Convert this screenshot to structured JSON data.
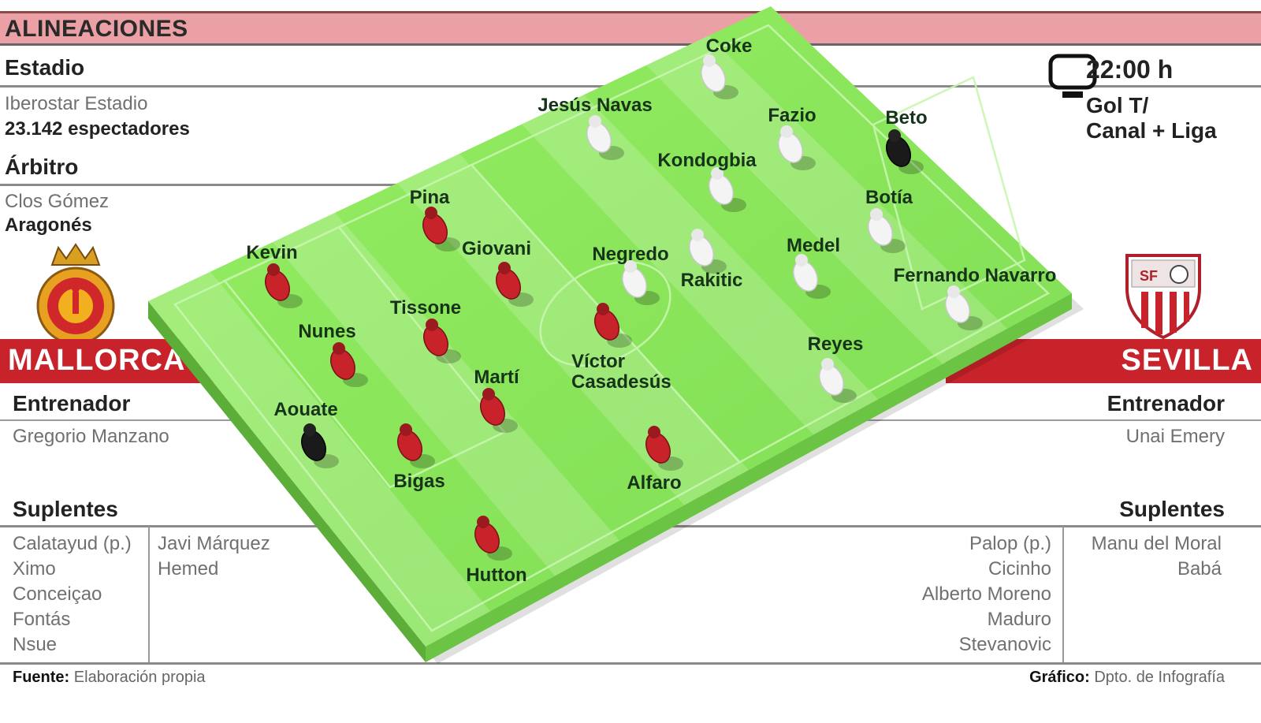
{
  "header": {
    "title": "ALINEACIONES"
  },
  "info": {
    "stadium_label": "Estadio",
    "stadium_name": "Iberostar Estadio",
    "spectators": "23.142  espectadores",
    "referee_label": "Árbitro",
    "referee_name": "Clos Gómez",
    "referee_region": "Aragonés",
    "time": "22:00 h",
    "tv_line1": "Gol T/",
    "tv_line2": "Canal + Liga"
  },
  "home": {
    "team": "MALLORCA",
    "coach_label": "Entrenador",
    "coach": "Gregorio Manzano",
    "subs_label": "Suplentes",
    "subs_col1": [
      "Calatayud (p.)",
      "Ximo",
      "Conceiçao",
      "Fontás",
      "Nsue"
    ],
    "subs_col2": [
      "Javi Márquez",
      "Hemed"
    ],
    "color": "#c8232b"
  },
  "away": {
    "team": "SEVILLA",
    "coach_label": "Entrenador",
    "coach": "Unai Emery",
    "subs_label": "Suplentes",
    "subs_col1": [
      "Palop (p.)",
      "Cicinho",
      "Alberto Moreno",
      "Maduro",
      "Stevanovic"
    ],
    "subs_col2": [
      "Manu del Moral",
      "Babá"
    ],
    "color": "#ffffff"
  },
  "players": [
    {
      "name": "Kevin",
      "team": "home",
      "kit": "red"
    },
    {
      "name": "Pina",
      "team": "home",
      "kit": "red"
    },
    {
      "name": "Giovani",
      "team": "home",
      "kit": "red"
    },
    {
      "name": "Nunes",
      "team": "home",
      "kit": "red"
    },
    {
      "name": "Tissone",
      "team": "home",
      "kit": "red"
    },
    {
      "name": "Aouate",
      "team": "home",
      "kit": "black"
    },
    {
      "name": "Martí",
      "team": "home",
      "kit": "red"
    },
    {
      "name": "Bigas",
      "team": "home",
      "kit": "red"
    },
    {
      "name": "Víctor",
      "team": "home",
      "kit": "red"
    },
    {
      "name": "Casadesús",
      "team": "home",
      "kit": "none"
    },
    {
      "name": "Alfaro",
      "team": "home",
      "kit": "red"
    },
    {
      "name": "Hutton",
      "team": "home",
      "kit": "red"
    },
    {
      "name": "Coke",
      "team": "away",
      "kit": "white"
    },
    {
      "name": "Jesús Navas",
      "team": "away",
      "kit": "white"
    },
    {
      "name": "Fazio",
      "team": "away",
      "kit": "white"
    },
    {
      "name": "Beto",
      "team": "away",
      "kit": "black"
    },
    {
      "name": "Kondogbia",
      "team": "away",
      "kit": "white"
    },
    {
      "name": "Botía",
      "team": "away",
      "kit": "white"
    },
    {
      "name": "Negredo",
      "team": "away",
      "kit": "white"
    },
    {
      "name": "Rakitic",
      "team": "away",
      "kit": "white"
    },
    {
      "name": "Medel",
      "team": "away",
      "kit": "white"
    },
    {
      "name": "Fernando Navarro",
      "team": "away",
      "kit": "white"
    },
    {
      "name": "Reyes",
      "team": "away",
      "kit": "white"
    }
  ],
  "footer": {
    "source_label": "Fuente:",
    "source": "Elaboración propia",
    "graphic_label": "Gráfico:",
    "graphic": "Dpto. de Infografía"
  },
  "colors": {
    "header_bg": "#eaa0a4",
    "team_bar": "#c8232b",
    "pitch": "#86e65a"
  }
}
